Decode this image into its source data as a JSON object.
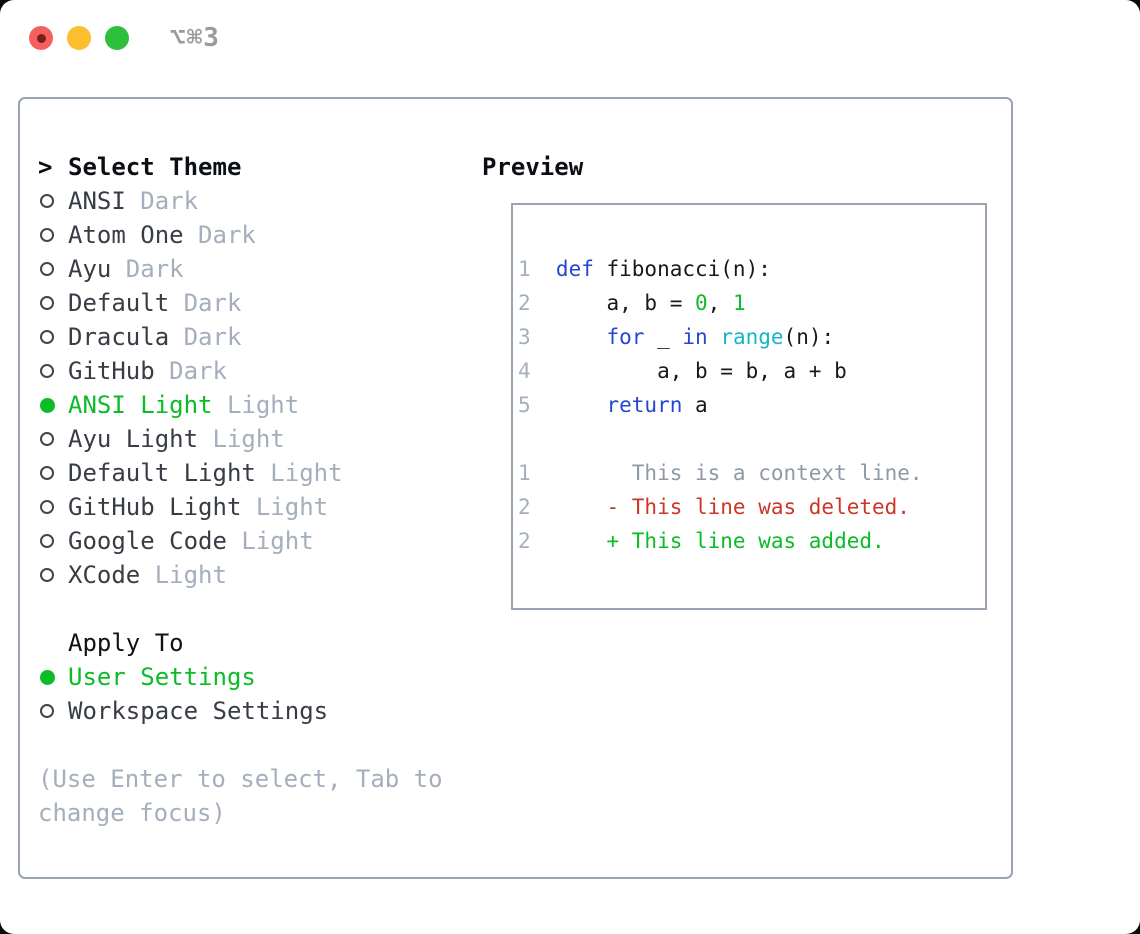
{
  "window": {
    "title": "⌥⌘3"
  },
  "colors": {
    "accent_green": "#0bbc28",
    "keyword_blue": "#2346d4",
    "function_cyan": "#14b7c6",
    "deleted_red": "#cd3627",
    "muted_gray": "#a4aebc",
    "border_gray": "#9aa3b0",
    "traffic_red": "#f4605b",
    "traffic_yellow": "#fcbd2f",
    "traffic_green": "#2dc03d"
  },
  "theme_picker": {
    "header": {
      "marker": ">",
      "label": "Select Theme"
    },
    "themes": [
      {
        "name": "ANSI",
        "variant": "Dark",
        "selected": false
      },
      {
        "name": "Atom One",
        "variant": "Dark",
        "selected": false
      },
      {
        "name": "Ayu",
        "variant": "Dark",
        "selected": false
      },
      {
        "name": "Default",
        "variant": "Dark",
        "selected": false
      },
      {
        "name": "Dracula",
        "variant": "Dark",
        "selected": false
      },
      {
        "name": "GitHub",
        "variant": "Dark",
        "selected": false
      },
      {
        "name": "ANSI Light",
        "variant": "Light",
        "selected": true
      },
      {
        "name": "Ayu Light",
        "variant": "Light",
        "selected": false
      },
      {
        "name": "Default Light",
        "variant": "Light",
        "selected": false
      },
      {
        "name": "GitHub Light",
        "variant": "Light",
        "selected": false
      },
      {
        "name": "Google Code",
        "variant": "Light",
        "selected": false
      },
      {
        "name": "XCode",
        "variant": "Light",
        "selected": false
      }
    ],
    "apply_to": {
      "title": "Apply To",
      "options": [
        {
          "name": "User Settings",
          "selected": true
        },
        {
          "name": "Workspace Settings",
          "selected": false
        }
      ]
    },
    "hint": "(Use Enter to select, Tab to change focus)"
  },
  "preview": {
    "title": "Preview",
    "code_lines": [
      {
        "num": "1",
        "tokens": [
          [
            "def",
            "kw"
          ],
          [
            " fibonacci(n):",
            "fg"
          ]
        ]
      },
      {
        "num": "2",
        "tokens": [
          [
            "    a, b = ",
            "fg"
          ],
          [
            "0",
            "num"
          ],
          [
            ", ",
            "fg"
          ],
          [
            "1",
            "num"
          ]
        ]
      },
      {
        "num": "3",
        "tokens": [
          [
            "    ",
            "fg"
          ],
          [
            "for",
            "kw"
          ],
          [
            " _ ",
            "fg"
          ],
          [
            "in",
            "kw"
          ],
          [
            " ",
            "fg"
          ],
          [
            "range",
            "fn"
          ],
          [
            "(n):",
            "fg"
          ]
        ]
      },
      {
        "num": "4",
        "tokens": [
          [
            "        a, b = b, a + b",
            "fg"
          ]
        ]
      },
      {
        "num": "5",
        "tokens": [
          [
            "    ",
            "fg"
          ],
          [
            "return",
            "kw"
          ],
          [
            " a",
            "fg"
          ]
        ]
      },
      {
        "num": "",
        "tokens": []
      },
      {
        "num": "1",
        "tokens": [
          [
            "      This is a context line.",
            "ctx"
          ]
        ]
      },
      {
        "num": "2",
        "tokens": [
          [
            "    - This line was deleted.",
            "del"
          ]
        ]
      },
      {
        "num": "2",
        "tokens": [
          [
            "    + This line was added.",
            "add"
          ]
        ]
      }
    ]
  }
}
